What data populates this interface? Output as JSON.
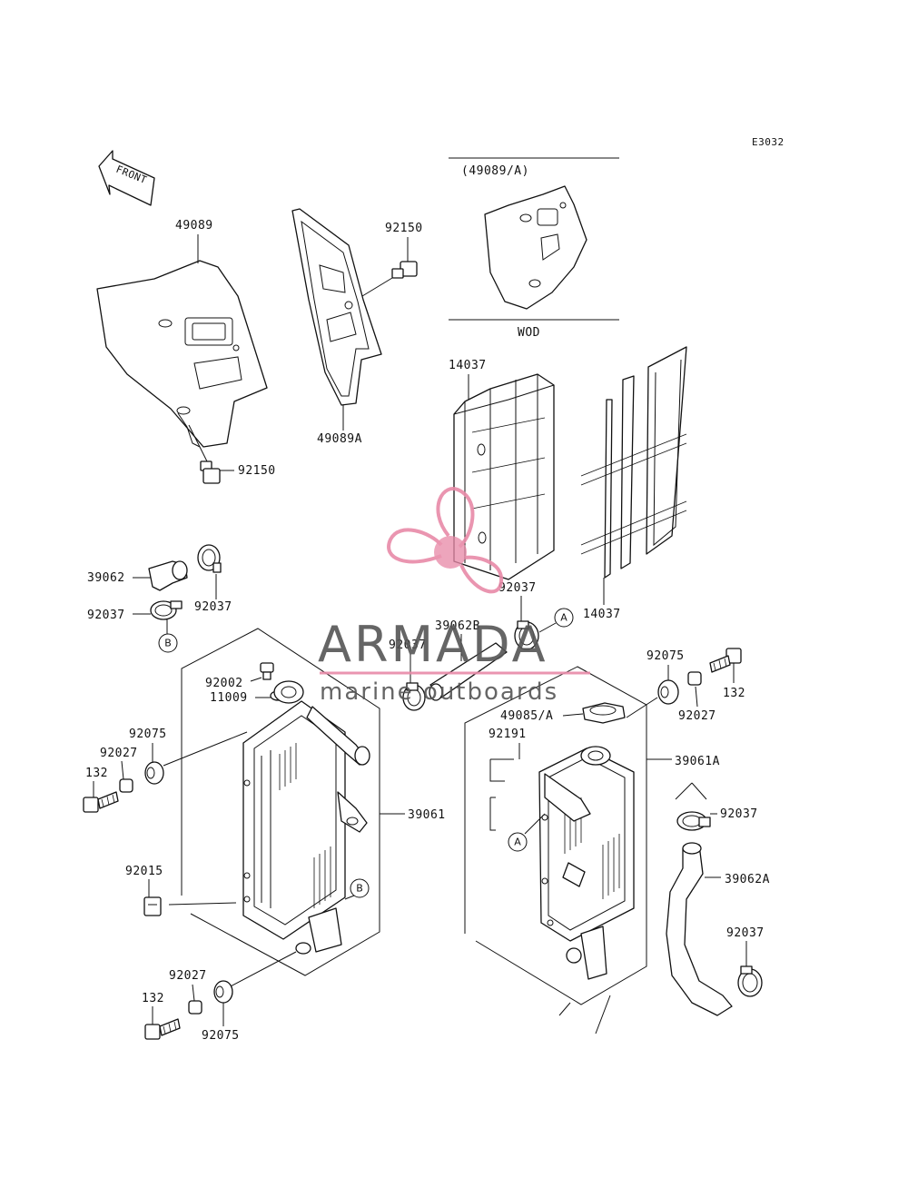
{
  "diagram_code": "E3032",
  "front_label": "FRONT",
  "variant_box": {
    "title": "(49089/A)",
    "label": "WOD"
  },
  "labels": {
    "p49089": "49089",
    "p49089A": "49089A",
    "p92150_top": "92150",
    "p92150_bot": "92150",
    "p14037_a": "14037",
    "p14037_b": "14037",
    "p39062": "39062",
    "p92037_a": "92037",
    "p92037_b": "92037",
    "p92037_c": "92037",
    "p92037_d": "92037",
    "p92037_e": "92037",
    "p92037_f": "92037",
    "p39062B": "39062B",
    "p92002": "92002",
    "p11009": "11009",
    "p92075_a": "92075",
    "p92075_b": "92075",
    "p92075_c": "92075",
    "p92027_a": "92027",
    "p92027_b": "92027",
    "p92027_c": "92027",
    "p132_a": "132",
    "p132_b": "132",
    "p132_c": "132",
    "p49085A": "49085/A",
    "p92191": "92191",
    "p39061A": "39061A",
    "p39061": "39061",
    "p92015": "92015",
    "p39062A": "39062A"
  },
  "callouts": {
    "A": "A",
    "B": "B"
  },
  "watermark": {
    "brand": "ARMADA",
    "tagline": "marine outboards",
    "color": "#e88aa8"
  }
}
